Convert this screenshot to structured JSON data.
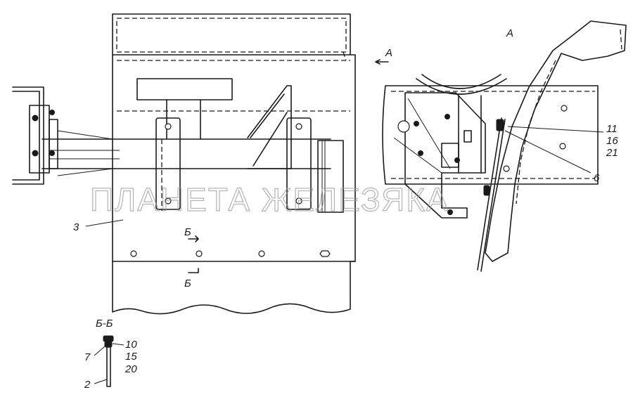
{
  "view_labels": {
    "view_a_arrow": "А",
    "view_a_title": "А",
    "section_upper": "Б",
    "section_lower": "Б",
    "section_title": "Б-Б"
  },
  "callouts": {
    "main_view": {
      "c3": "3"
    },
    "view_a": {
      "c11": "11",
      "c16": "16",
      "c21": "21",
      "c6": "6"
    },
    "section_bb": {
      "c10": "10",
      "c7": "7",
      "c15": "15",
      "c2": "2",
      "c20": "20"
    }
  },
  "watermark": "ПЛАНЕТА ЖЕЛЕЗЯКА"
}
